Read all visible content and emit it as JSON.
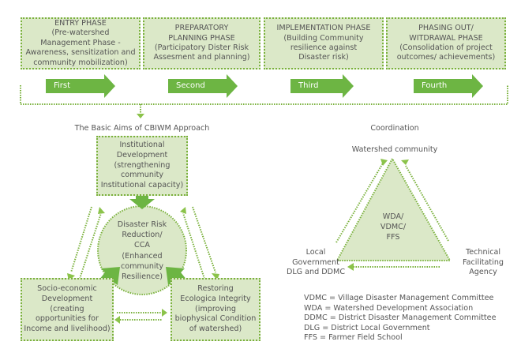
{
  "phases": [
    {
      "text": "ENTRY PHASE\n(Pre-watershed\nManagement Phase -\nAwareness, sensitization and\ncommunity mobilization)",
      "stage": "First Stage"
    },
    {
      "text": "PREPARATORY\nPLANNING PHASE\n(Participatory Dister Risk\nAssesment and planning)",
      "stage": "Second Stage"
    },
    {
      "text": "IMPLEMENTATION PHASE\n(Building Community\nresilience against\nDisaster risk)",
      "stage": "Third Stage"
    },
    {
      "text": "PHASING OUT/\nWITDRAWAL PHASE\n(Consolidation of project\noutcomes/ achievements)",
      "stage": "Fourth Stage"
    }
  ],
  "aims": {
    "title": "The Basic Aims of CBIWM Approach",
    "institutional": "Institutional\nDevelopment\n(strengthening\ncommunity\nInstitutional capacity)",
    "center": "Disaster Risk\nReduction/\nCCA\n(Enhanced\ncommunity\nResilience)",
    "socio": "Socio-economic\nDevelopment\n(creating\nopportunities for\nIncome and livelihood)",
    "ecology": "Restoring\nEcologica Integrity\n(improving\nbiophysical Condition\nof watershed)"
  },
  "coordination": {
    "title": "Coordination",
    "top": "Watershed community",
    "center": "WDA/\nVDMC/\nFFS",
    "left": "Local\nGovernment\nDLG and DDMC",
    "right": "Technical\nFacilitating\nAgency"
  },
  "legend": [
    "VDMC = Village Disaster Management Committee",
    "WDA = Watershed Development Association",
    "DDMC = District Disaster Management Committee",
    "DLG = District Local Government",
    "FFS = Farmer Field School"
  ],
  "colors": {
    "fill": "#dbe8c8",
    "border": "#7ab13c",
    "arrow": "#6db543",
    "text": "#555555"
  }
}
